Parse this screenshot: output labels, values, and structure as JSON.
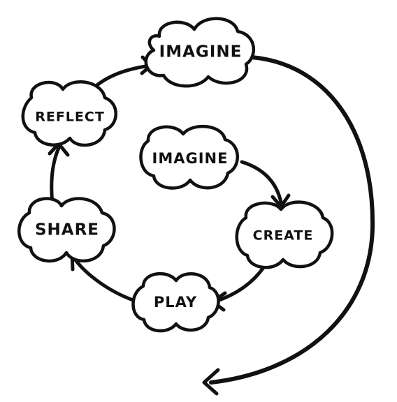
{
  "diagram": {
    "nodes": [
      {
        "id": "imagine-outer",
        "label": "IMAGINE"
      },
      {
        "id": "reflect",
        "label": "REFLECT"
      },
      {
        "id": "share",
        "label": "SHARE"
      },
      {
        "id": "play",
        "label": "PLAY"
      },
      {
        "id": "create",
        "label": "CREATE"
      },
      {
        "id": "imagine-inner",
        "label": "IMAGINE"
      }
    ],
    "edges": [
      {
        "from": "imagine-inner",
        "to": "create"
      },
      {
        "from": "create",
        "to": "play"
      },
      {
        "from": "play",
        "to": "share"
      },
      {
        "from": "share",
        "to": "reflect"
      },
      {
        "from": "reflect",
        "to": "imagine-outer"
      },
      {
        "from": "imagine-outer",
        "to": "next-cycle"
      }
    ],
    "stroke_color": "#111111",
    "fill_color": "#ffffff"
  }
}
